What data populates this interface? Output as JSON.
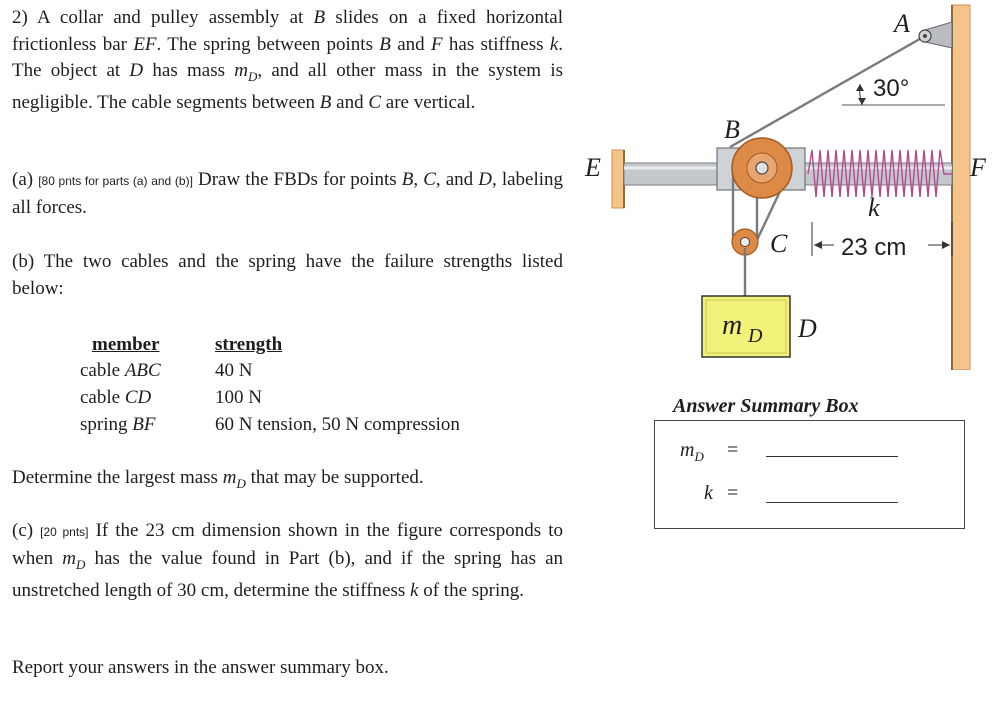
{
  "problem": {
    "number": "2)",
    "statement": [
      {
        "t": "A collar and pulley assembly at "
      },
      {
        "v": "B"
      },
      {
        "t": " slides on a fixed horizontal frictionless bar "
      },
      {
        "v": "EF"
      },
      {
        "t": ". The spring between points "
      },
      {
        "v": "B"
      },
      {
        "t": " and "
      },
      {
        "v": "F"
      },
      {
        "t": " has stiffness "
      },
      {
        "v": "k"
      },
      {
        "t": ". The object at "
      },
      {
        "v": "D"
      },
      {
        "t": " has mass "
      },
      {
        "v": "m",
        "sub": "D"
      },
      {
        "t": ", and all other mass in the system is negligible. The cable segments between "
      },
      {
        "v": "B"
      },
      {
        "t": " and "
      },
      {
        "v": "C"
      },
      {
        "t": " are vertical."
      }
    ],
    "part_a": {
      "label": "(a)",
      "points": "[80 pnts for parts (a) and (b)]",
      "text": [
        {
          "t": " Draw the FBDs for points "
        },
        {
          "v": "B"
        },
        {
          "t": ", "
        },
        {
          "v": "C"
        },
        {
          "t": ", and "
        },
        {
          "v": "D"
        },
        {
          "t": ", labeling all forces."
        }
      ]
    },
    "part_b": {
      "label": "(b)",
      "text": "The two cables and the spring have the failure strengths listed below:",
      "table": {
        "headers": [
          "member",
          "strength"
        ],
        "rows": [
          {
            "prefix": "cable",
            "member": "ABC",
            "strength": "40 N"
          },
          {
            "prefix": "cable",
            "member": "CD",
            "strength": "100 N"
          },
          {
            "prefix": "spring",
            "member": "BF",
            "strength": "60 N tension, 50 N compression"
          }
        ]
      },
      "question": [
        {
          "t": "Determine the largest mass "
        },
        {
          "v": "m",
          "sub": "D"
        },
        {
          "t": " that may be supported."
        }
      ]
    },
    "part_c": {
      "label": "(c)",
      "points": "[20 pnts]",
      "text": [
        {
          "t": " If the 23 cm dimension shown in the figure corresponds to when "
        },
        {
          "v": "m",
          "sub": "D"
        },
        {
          "t": " has the value found in Part (b), and if the spring has an unstretched length of 30 cm, determine the stiffness "
        },
        {
          "v": "k"
        },
        {
          "t": " of the spring."
        }
      ]
    },
    "report": "Report your answers in the answer summary box."
  },
  "figure": {
    "labels": {
      "A": "A",
      "B": "B",
      "C": "C",
      "D": "D",
      "E": "E",
      "F": "F",
      "k": "k",
      "angle": "30°",
      "dimension": "23 cm",
      "mass_m": "m",
      "mass_sub": "D"
    },
    "colors": {
      "wall": "#f4c48a",
      "bar": "#b9bcc0",
      "pulley": "#dc8a45",
      "mass_box": "#f2f27a",
      "cable": "#7a7a7a"
    }
  },
  "answer_box": {
    "title": "Answer Summary Box",
    "rows": [
      {
        "sym": "m",
        "sub": "D",
        "eq": "="
      },
      {
        "sym": "k",
        "sub": "",
        "eq": "="
      }
    ]
  }
}
